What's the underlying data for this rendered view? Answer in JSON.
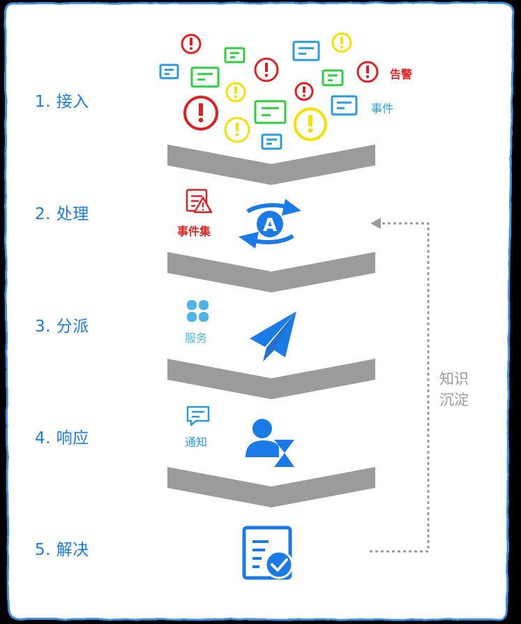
{
  "steps": [
    {
      "label": "1. 接入"
    },
    {
      "label": "2. 处理"
    },
    {
      "label": "3. 分派"
    },
    {
      "label": "4. 响应"
    },
    {
      "label": "5. 解决"
    }
  ],
  "labels": {
    "alerts": "告警",
    "events": "事件",
    "incidents": "事件集",
    "services": "服务",
    "notify": "通知"
  },
  "knowledge": {
    "line1": "知识",
    "line2": "沉淀"
  },
  "colors": {
    "step_text": "#1a7ae6",
    "alert_red": "#e02020",
    "alert_yellow": "#f5e000",
    "message_green": "#2ecc40",
    "message_blue": "#2a9ad8",
    "chevron_gray": "#9b9b9b",
    "icon_blue": "#1a7ae6",
    "service_blue": "#4fb3ea",
    "knowledge_gray": "#9a9a9a"
  }
}
